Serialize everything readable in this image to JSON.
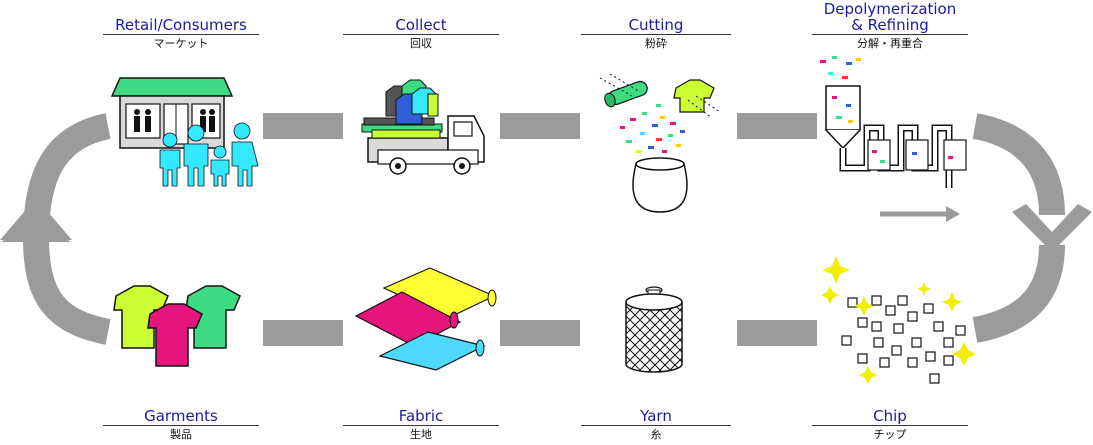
{
  "stages": [
    {
      "id": "retail",
      "en": "Retail/Consumers",
      "jp": "マーケット"
    },
    {
      "id": "collect",
      "en": "Collect",
      "jp": "回収"
    },
    {
      "id": "cutting",
      "en": "Cutting",
      "jp": "粉砕"
    },
    {
      "id": "depoly",
      "en": "Depolymerization\n& Refining",
      "jp": "分解・再重合"
    },
    {
      "id": "garments",
      "en": "Garments",
      "jp": "製品"
    },
    {
      "id": "fabric",
      "en": "Fabric",
      "jp": "生地"
    },
    {
      "id": "yarn",
      "en": "Yarn",
      "jp": "糸"
    },
    {
      "id": "chip",
      "en": "Chip",
      "jp": "チップ"
    }
  ],
  "colors": {
    "label_en": "#1a1aa6",
    "arrow": "#9b9b9b",
    "cyan": "#33e8ff",
    "yellow_green": "#ccff33",
    "magenta": "#e6157e",
    "green": "#3ddc84",
    "sky": "#4dd9ff",
    "yellow": "#ffff33",
    "sparkle": "#f0f000"
  },
  "icons": {
    "retail": "store-with-family-icon",
    "collect": "truck-with-clothes-icon",
    "cutting": "shredding-confetti-icon",
    "depoly": "refining-pipes-icon",
    "garments": "t-shirts-icon",
    "fabric": "fabric-rolls-icon",
    "yarn": "yarn-spool-icon",
    "chip": "chips-with-sparkles-icon"
  }
}
